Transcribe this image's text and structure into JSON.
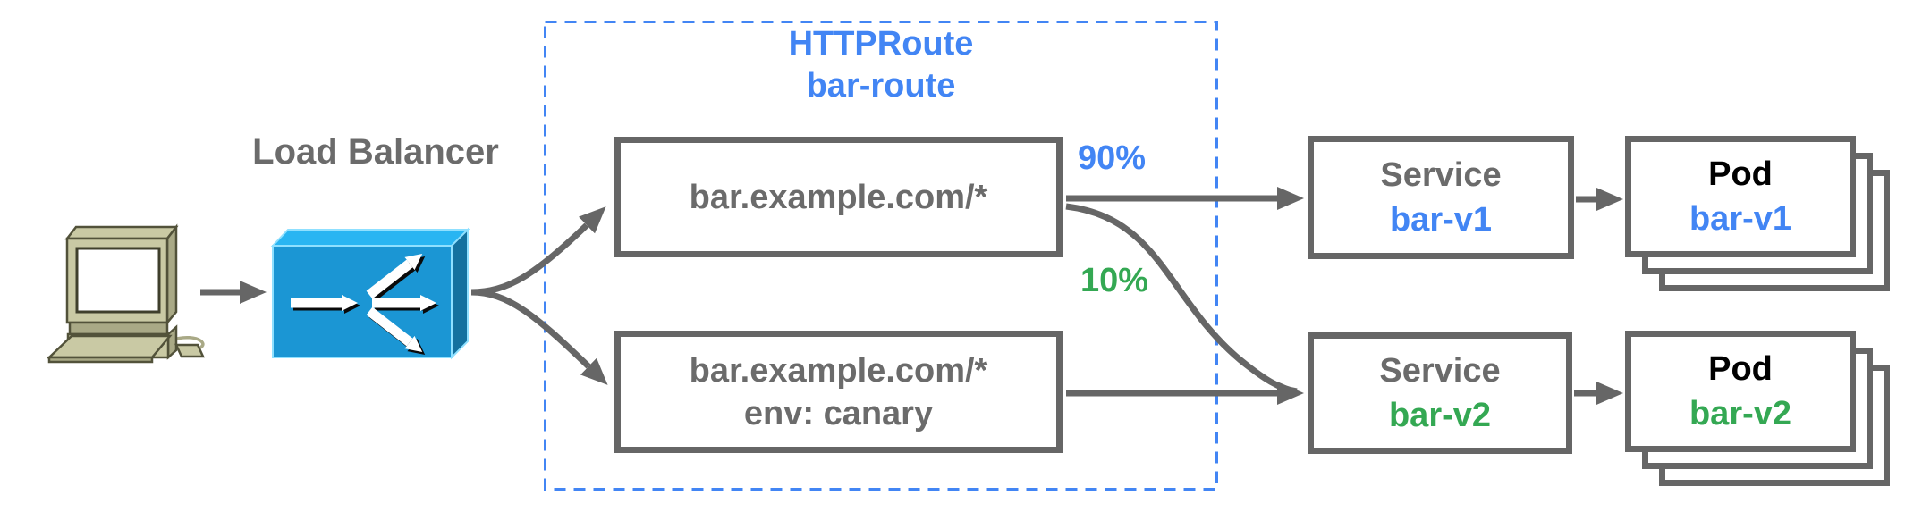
{
  "colors": {
    "blue": "#4285F4",
    "green": "#34A853",
    "text_gray": "#6B6B6B",
    "line_gray": "#666666",
    "box_border": "#666666",
    "lb_top": "#29B5F2",
    "lb_front": "#1B96D4",
    "lb_side": "#14719F",
    "lb_edge": "#8FE0FF",
    "pc_fill": "#C9C9A4",
    "pc_shade": "#A9A986",
    "pc_outline": "#52523A"
  },
  "labels": {
    "load_balancer": "Load Balancer"
  },
  "group": {
    "title": "HTTPRoute",
    "name": "bar-route"
  },
  "routes": [
    {
      "match": "bar.example.com/*",
      "weight": "90%"
    },
    {
      "match": "bar.example.com/*",
      "detail": "env: canary",
      "weight": "10%"
    }
  ],
  "services": [
    {
      "kind": "Service",
      "name": "bar-v1"
    },
    {
      "kind": "Service",
      "name": "bar-v2"
    }
  ],
  "pods": [
    {
      "kind": "Pod",
      "name": "bar-v1"
    },
    {
      "kind": "Pod",
      "name": "bar-v2"
    }
  ],
  "icons": {
    "client": "retro-computer-icon",
    "load_balancer": "traffic-splitter-box-icon"
  }
}
